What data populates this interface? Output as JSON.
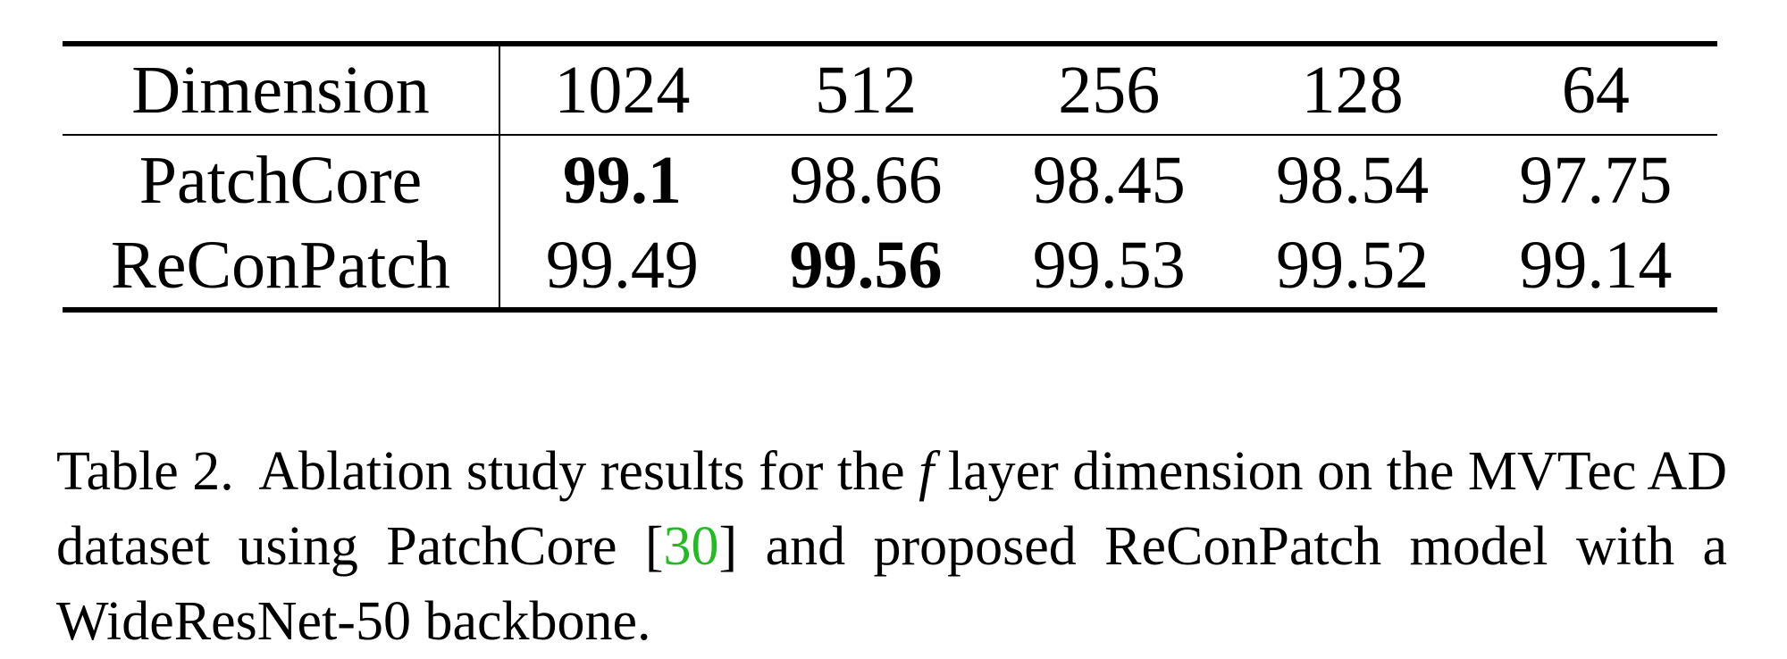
{
  "table": {
    "header": {
      "label": "Dimension",
      "columns": [
        "1024",
        "512",
        "256",
        "128",
        "64"
      ]
    },
    "rows": [
      {
        "label": "PatchCore",
        "values": [
          "99.1",
          "98.66",
          "98.45",
          "98.54",
          "97.75"
        ],
        "bold_index": 0
      },
      {
        "label": "ReConPatch",
        "values": [
          "99.49",
          "99.56",
          "99.53",
          "99.52",
          "99.14"
        ],
        "bold_index": 1
      }
    ]
  },
  "caption": {
    "prefix": "Table 2.",
    "text_before_symbol": "Ablation study results for the",
    "symbol": "f",
    "text_after_symbol": "layer dimension on the MVTec AD dataset using PatchCore",
    "reference": "30",
    "text_after_reference": "and proposed ReConPatch model with a WideResNet-50 backbone."
  },
  "colors": {
    "text": "#000000",
    "reference_link": "#22bb22",
    "background": "#ffffff"
  }
}
